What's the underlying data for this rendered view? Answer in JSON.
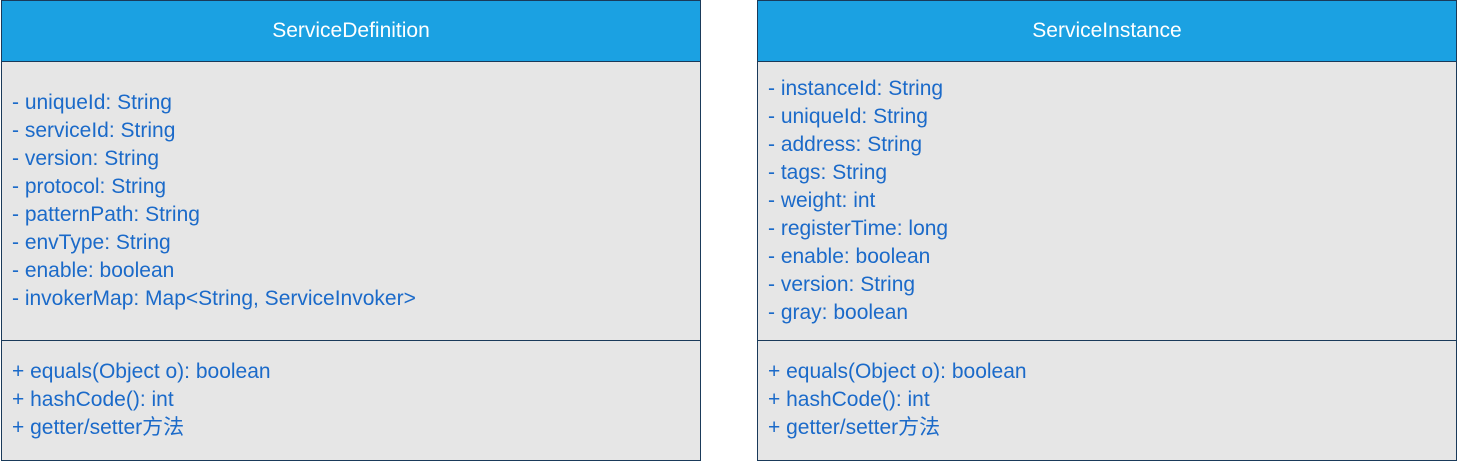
{
  "colors": {
    "header_fill": "#1ba1e2",
    "body_fill": "#e6e6e6",
    "border": "#1a3a5a",
    "text": "#1b6ac9",
    "header_text": "#ffffff"
  },
  "classes": [
    {
      "name": "ServiceDefinition",
      "attributes": [
        "- uniqueId: String",
        "- serviceId: String",
        "- version: String",
        "- protocol: String",
        "- patternPath: String",
        "- envType: String",
        "- enable: boolean",
        "- invokerMap: Map<String, ServiceInvoker>"
      ],
      "methods": [
        "+ equals(Object o): boolean",
        "+ hashCode(): int",
        "+ getter/setter方法"
      ]
    },
    {
      "name": "ServiceInstance",
      "attributes": [
        "- instanceId: String",
        "- uniqueId: String",
        "- address: String",
        "- tags: String",
        "- weight: int",
        "- registerTime: long",
        "- enable: boolean",
        "- version: String",
        "- gray: boolean"
      ],
      "methods": [
        "+ equals(Object o): boolean",
        "+ hashCode(): int",
        "+ getter/setter方法"
      ]
    }
  ]
}
